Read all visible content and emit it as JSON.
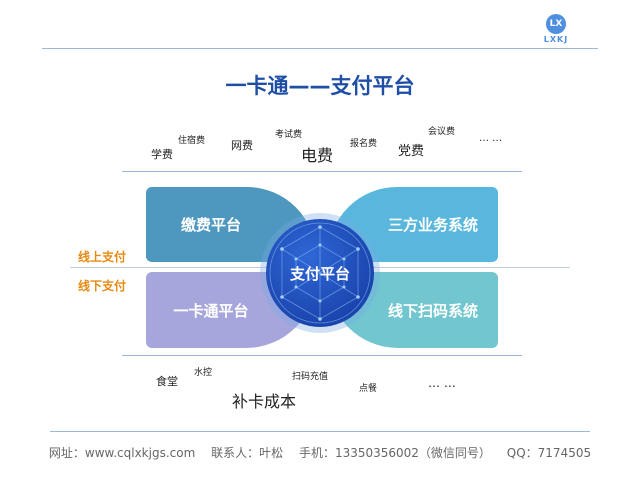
{
  "logo": {
    "mark": "LX",
    "text": "LXKJ"
  },
  "title": "一卡通——支付平台",
  "online_fees": [
    {
      "text": "学费"
    },
    {
      "text": "住宿费"
    },
    {
      "text": "网费"
    },
    {
      "text": "考试费"
    },
    {
      "text": "电费"
    },
    {
      "text": "报名费"
    },
    {
      "text": "党费"
    },
    {
      "text": "会议费"
    },
    {
      "text": "… …"
    }
  ],
  "offline_items": [
    {
      "text": "食堂"
    },
    {
      "text": "水控"
    },
    {
      "text": "扫码充值"
    },
    {
      "text": "补卡成本"
    },
    {
      "text": "点餐"
    },
    {
      "text": "… …"
    }
  ],
  "modules": {
    "payment_platform": "缴费平台",
    "third_party": "三方业务系统",
    "card_platform": "一卡通平台",
    "offline_scan": "线下扫码系统",
    "center": "支付平台"
  },
  "side_labels": {
    "online": "线上支付",
    "offline": "线下支付"
  },
  "footer": {
    "website": "网址：www.cqlxkjgs.com",
    "contact": "联系人：叶松",
    "phone": "手机：13350356002（微信同号）",
    "qq": "QQ：7174505"
  },
  "colors": {
    "title": "#1f4ea6",
    "accent_orange": "#e68a10",
    "payment_platform": "#4e97bf",
    "third_party": "#59b7de",
    "card_platform": "#a7a6dc",
    "offline_scan": "#71c6cf",
    "center": "#1b45ae"
  }
}
